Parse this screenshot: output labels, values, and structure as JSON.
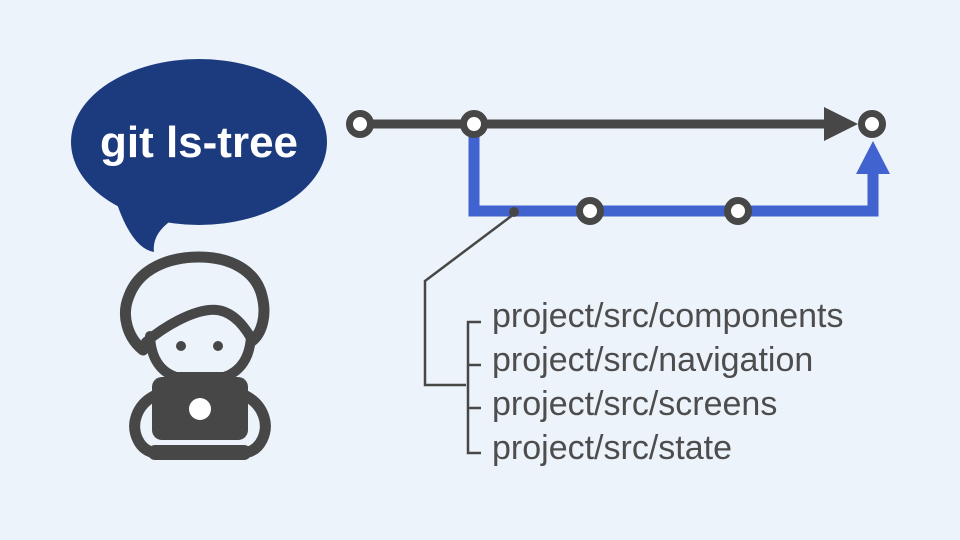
{
  "colors": {
    "background": "#edf3fb",
    "bubble_navy": "#1c3a7e",
    "branch_blue": "#4063cf",
    "graph_gray": "#474747",
    "text_gray": "#4d4d4d",
    "commit_fill": "#ffffff"
  },
  "bubble": {
    "label": "git ls-tree"
  },
  "icons": {
    "person": "developer-at-laptop",
    "graph": "git-branch-diagram"
  },
  "graph": {
    "main_branch_commit_count": 3,
    "feature_branch_commit_count": 2
  },
  "tree": {
    "items": [
      "project/src/components",
      "project/src/navigation",
      "project/src/screens",
      "project/src/state"
    ]
  }
}
